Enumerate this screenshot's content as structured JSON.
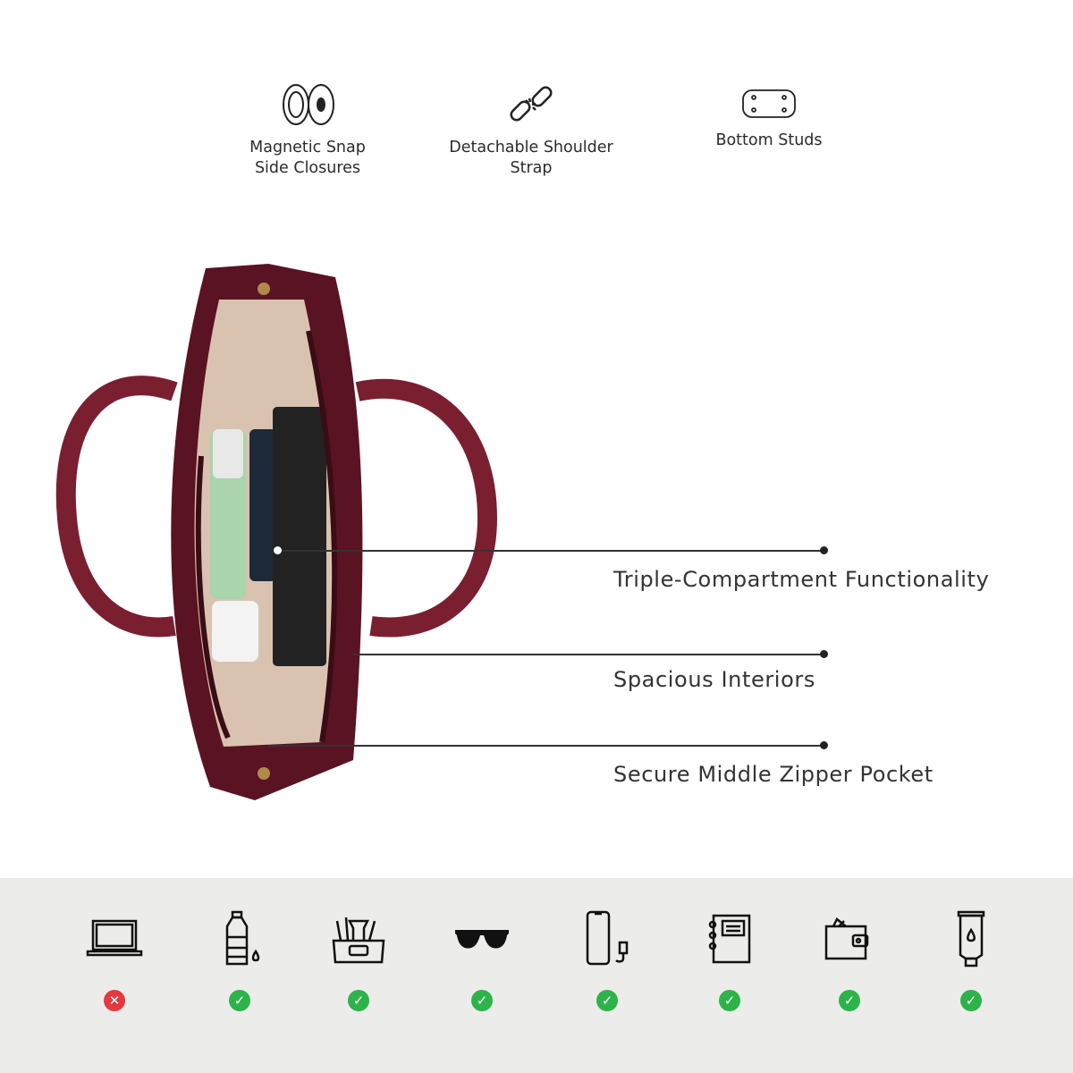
{
  "features": [
    {
      "icon": "magnetic-snap-icon",
      "line1": "Magnetic Snap",
      "line2": "Side Closures"
    },
    {
      "icon": "chain-link-icon",
      "line1": "Detachable Shoulder",
      "line2": "Strap"
    },
    {
      "icon": "bottom-studs-icon",
      "line1": "Bottom Studs",
      "line2": ""
    }
  ],
  "callouts": [
    {
      "label": "Triple-Compartment Functionality"
    },
    {
      "label": "Spacious Interiors"
    },
    {
      "label": "Secure Middle Zipper Pocket"
    }
  ],
  "colors": {
    "bag": "#6e1a2a",
    "lining": "#d9c3b0",
    "band": "#ececea",
    "fits": "#2db34a",
    "not_fits": "#e5383f"
  },
  "fit_items": [
    {
      "icon": "laptop-icon",
      "fits": false,
      "mark": "✕"
    },
    {
      "icon": "water-bottle-icon",
      "fits": true,
      "mark": "✓"
    },
    {
      "icon": "makeup-pouch-icon",
      "fits": true,
      "mark": "✓"
    },
    {
      "icon": "sunglasses-icon",
      "fits": true,
      "mark": "✓"
    },
    {
      "icon": "phone-charger-icon",
      "fits": true,
      "mark": "✓"
    },
    {
      "icon": "notebook-icon",
      "fits": true,
      "mark": "✓"
    },
    {
      "icon": "wallet-icon",
      "fits": true,
      "mark": "✓"
    },
    {
      "icon": "lotion-tube-icon",
      "fits": true,
      "mark": "✓"
    }
  ]
}
